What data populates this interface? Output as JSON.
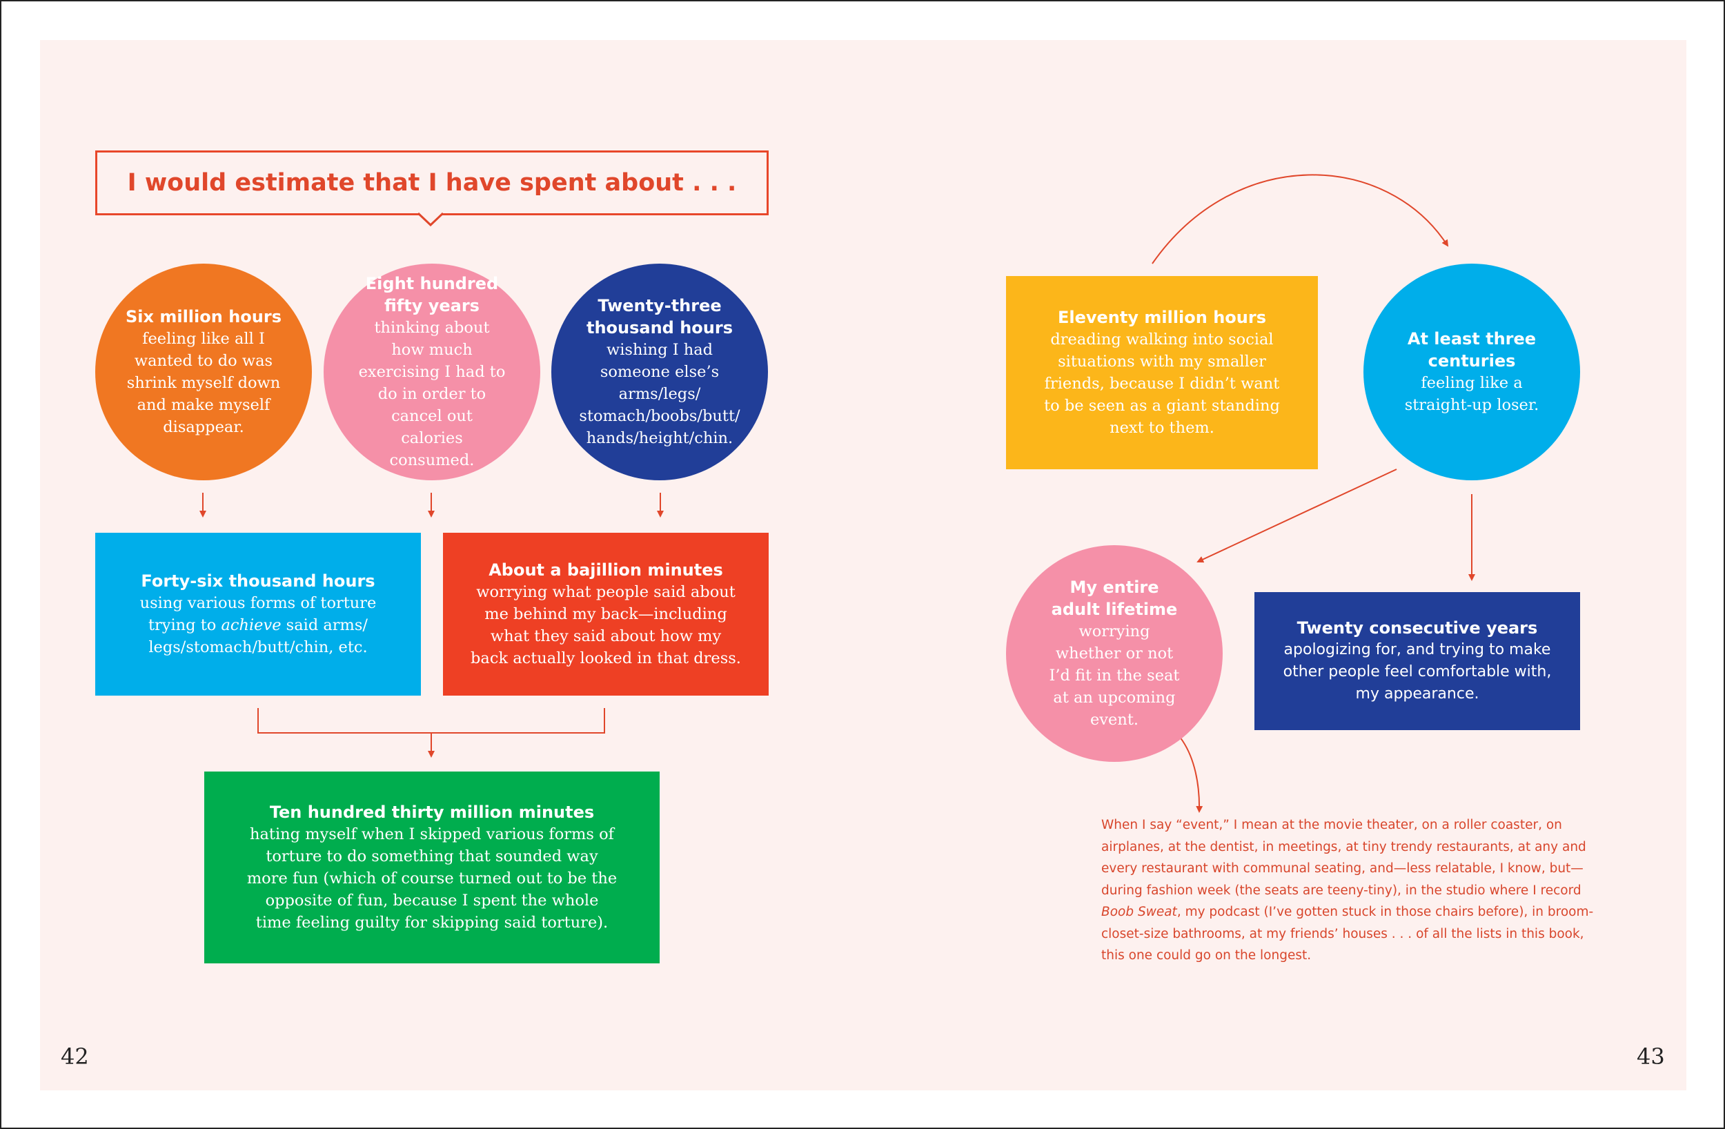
{
  "title": "I would estimate that I have spent about . . .",
  "nodes": {
    "six_million": {
      "head": "Six million hours",
      "body": "feeling like all I wanted to do was shrink myself down and make myself disappear."
    },
    "eight_hundred": {
      "head": "Eight hundred fifty years",
      "body": "thinking about how much exercising I had to do in order to cancel out calories consumed."
    },
    "twenty_three": {
      "head": "Twenty-three thousand hours",
      "body": "wishing I had someone else’s arms/legs/ stomach/boobs/butt/ hands/height/chin."
    },
    "forty_six": {
      "head": "Forty-six thousand hours",
      "body_before": "using various forms of torture trying to ",
      "body_emph": "achieve",
      "body_after": " said arms/ legs/stomach/butt/chin, etc."
    },
    "bajillion": {
      "head": "About a bajillion minutes",
      "body": "worrying what people said about me behind my back—including what they said about how my back actually looked in that dress."
    },
    "ten_hundred": {
      "head": "Ten hundred thirty million minutes",
      "body": "hating myself when I skipped various forms of torture to do something that sounded way more fun (which of course turned out to be the opposite of fun, because I spent the whole time feeling guilty for skipping said torture)."
    },
    "eleventy": {
      "head": "Eleventy million hours",
      "body": "dreading walking into social situations with my smaller friends, because I didn’t want to be seen as a giant standing next to them."
    },
    "three_centuries": {
      "head": "At least three centuries",
      "body": "feeling like a straight-up loser."
    },
    "adult_lifetime": {
      "head": "My entire adult lifetime",
      "body": "worrying whether or not I’d fit in the seat at an upcoming event."
    },
    "twenty_years": {
      "head": "Twenty consecutive years",
      "body": "apologizing for, and trying to make other people feel comfortable with, my appearance."
    }
  },
  "footnote": {
    "before": "When I say “event,” I mean at the movie theater, on a roller coaster, on airplanes, at the dentist, in meetings, at tiny trendy restaurants, at any and every restaurant with communal seating, and—less relatable, I know, but—during fashion week (the seats are teeny-tiny), in the studio where I record ",
    "emph": "Boob Sweat",
    "after": ", my podcast (I’ve gotten stuck in those chairs before), in broom-closet-size bathrooms, at my friends’ houses . . . of all the lists in this book, this one could go on the longest."
  },
  "page_numbers": {
    "left": "42",
    "right": "43"
  },
  "colors": {
    "orange": "#f07722",
    "pink": "#f590a8",
    "navy": "#213e98",
    "sky": "#00aeea",
    "red": "#ee4024",
    "green": "#00ad4e",
    "yellow": "#fcb61a",
    "accent": "#e0472b",
    "page": "#fdf1ef"
  }
}
